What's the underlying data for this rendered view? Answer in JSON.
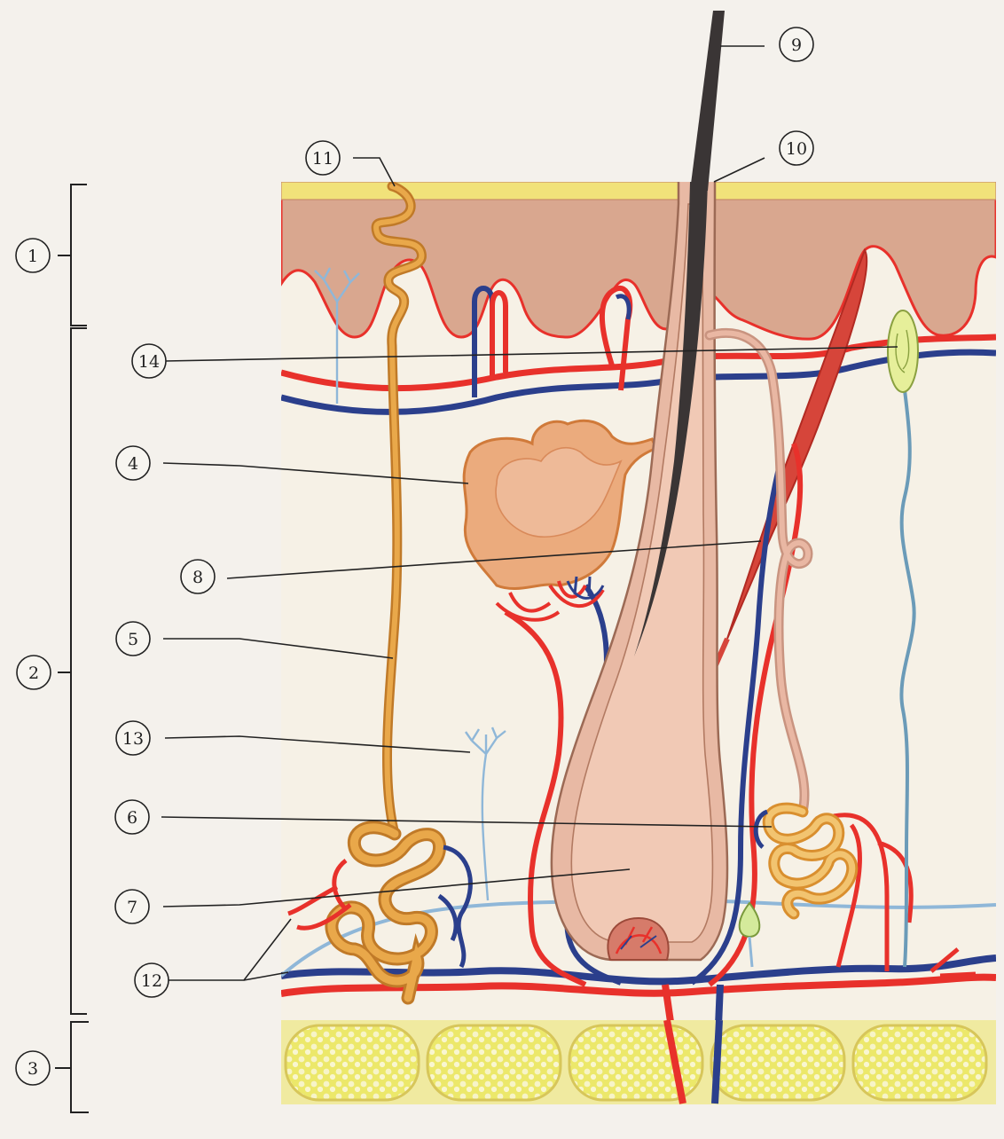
{
  "labels": {
    "n1": "1",
    "n2": "2",
    "n3": "3",
    "n4": "4",
    "n5": "5",
    "n6": "6",
    "n7": "7",
    "n8": "8",
    "n9": "9",
    "n10": "10",
    "n11": "11",
    "n12": "12",
    "n13": "13",
    "n14": "14"
  },
  "colors": {
    "background": "#f4f1ec",
    "stratum_corneum": "#f1e27a",
    "epidermis": "#d9a78f",
    "dermis": "#f6f1e6",
    "hypodermis_fat": "#ece86a",
    "artery": "#e8312b",
    "vein": "#2b3f8c",
    "nerve": "#6b9bb8",
    "hair_shaft": "#3a3535",
    "follicle": "#e8b9a4",
    "sweat_gland": "#e9a84a",
    "sebaceous_gland": "#ebab7d"
  }
}
